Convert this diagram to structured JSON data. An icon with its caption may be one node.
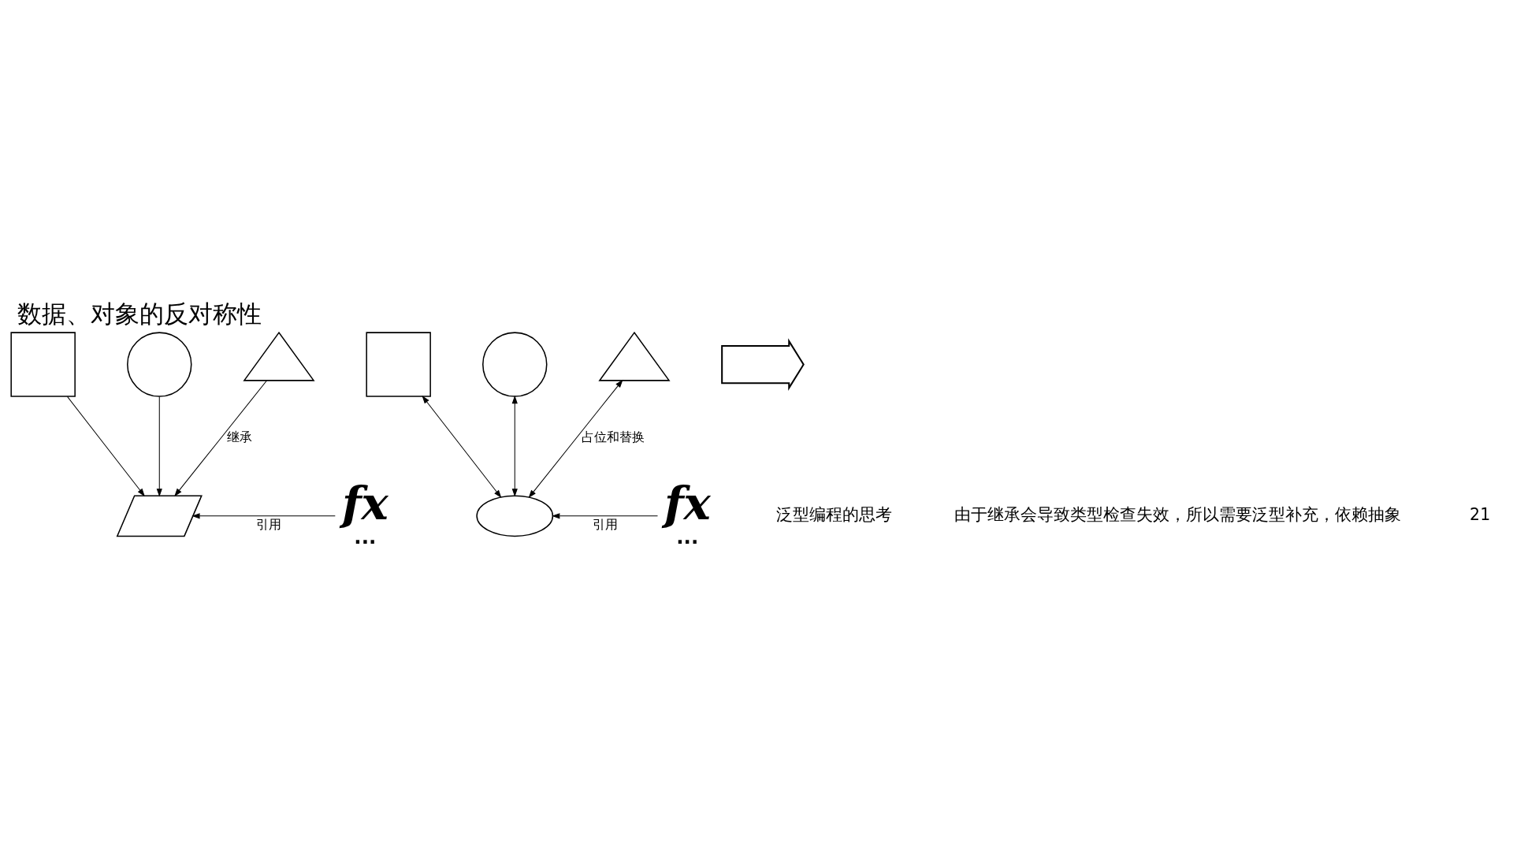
{
  "diagram": {
    "title": "数据、对象的反对称性",
    "nodes": [
      {
        "text": [],
        "shape": "parallelogram"
      },
      {
        "text": [
          "fx",
          "..."
        ]
      },
      {
        "text": [],
        "shape": "box"
      },
      {
        "text": [],
        "shape": "circle"
      },
      {
        "text": [],
        "shape": "triangle"
      },
      {
        "text": [],
        "shape": "cloud"
      },
      {
        "text": [
          "fx",
          "..."
        ]
      },
      {
        "text": [],
        "shape": "box"
      },
      {
        "text": [],
        "shape": "circle"
      },
      {
        "text": [],
        "shape": "triangle"
      },
      {
        "text": [],
        "shape": "arrow"
      }
    ],
    "edges": [
      {
        "from": 1,
        "to": 0,
        "arrow": "to",
        "label": "引用"
      },
      {
        "from": 2,
        "to": 0,
        "arrow": "to"
      },
      {
        "from": 3,
        "to": 0,
        "arrow": "to"
      },
      {
        "from": 4,
        "to": 0,
        "arrow": "to",
        "label": "继承"
      },
      {
        "from": 6,
        "to": 5,
        "arrow": "to",
        "label": "引用"
      },
      {
        "from": 5,
        "to": 7,
        "arrow": "both"
      },
      {
        "from": 5,
        "to": 8,
        "arrow": "both"
      },
      {
        "from": 5,
        "to": 9,
        "arrow": "both",
        "label": "占位和替换"
      }
    ],
    "labels": [
      "泛型编程的思考",
      "由于继承会导致类型检查失效，所以需要泛型补充，依赖抽象",
      "21"
    ]
  }
}
